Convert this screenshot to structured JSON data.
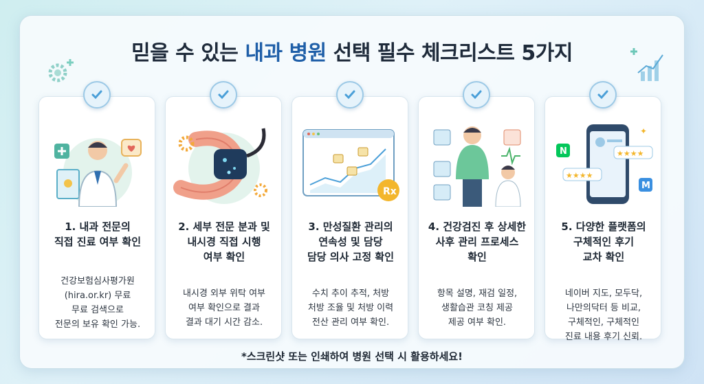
{
  "title": {
    "prefix": "믿을 수 있는 ",
    "highlight": "내과 병원",
    "suffix": " 선택 필수 체크리스트 5가지"
  },
  "cards": [
    {
      "icon": "doctor-certificate-icon",
      "title": "1. 내과 전문의\n직접 진료 여부 확인",
      "desc": "건강보험심사평가원\n(hira.or.kr) 무료\n무료 검색으로\n전문의 보유 확인 가능."
    },
    {
      "icon": "endoscope-stomach-icon",
      "title": "2. 세부 전문 분과 및\n내시경 직접 시행\n여부 확인",
      "desc": "내시경 외부 위탁 여부\n여부 확인으로 결과\n결과 대기 시간 감소."
    },
    {
      "icon": "chart-prescription-icon",
      "title": "3. 만성질환 관리의\n연속성 및 담당\n담당 의사 고정 확인",
      "desc": "수치 추이 추적, 처방\n처방 조율 및 처방 이력\n전산 관리 여부 확인."
    },
    {
      "icon": "checkup-coaching-icon",
      "title": "4. 건강검진 후 상세한\n사후 관리 프로세스\n확인",
      "desc": "항목 설명, 재검 일정,\n생활습관 코칭 제공\n제공 여부 확인."
    },
    {
      "icon": "phone-reviews-icon",
      "title": "5. 다양한 플랫폼의\n구체적인 후기\n교차 확인",
      "desc": "네이버 지도, 모두닥,\n나만의닥터 등 비교,\n구체적인, 구체적인\n진료 내용 후기 신뢰."
    }
  ],
  "footer": "*스크린샷 또는 인쇄하여 병원 선택 시 활용하세요!",
  "colors": {
    "accent": "#1f5fa8",
    "check": "#4a9fd8",
    "text": "#1d2733"
  }
}
